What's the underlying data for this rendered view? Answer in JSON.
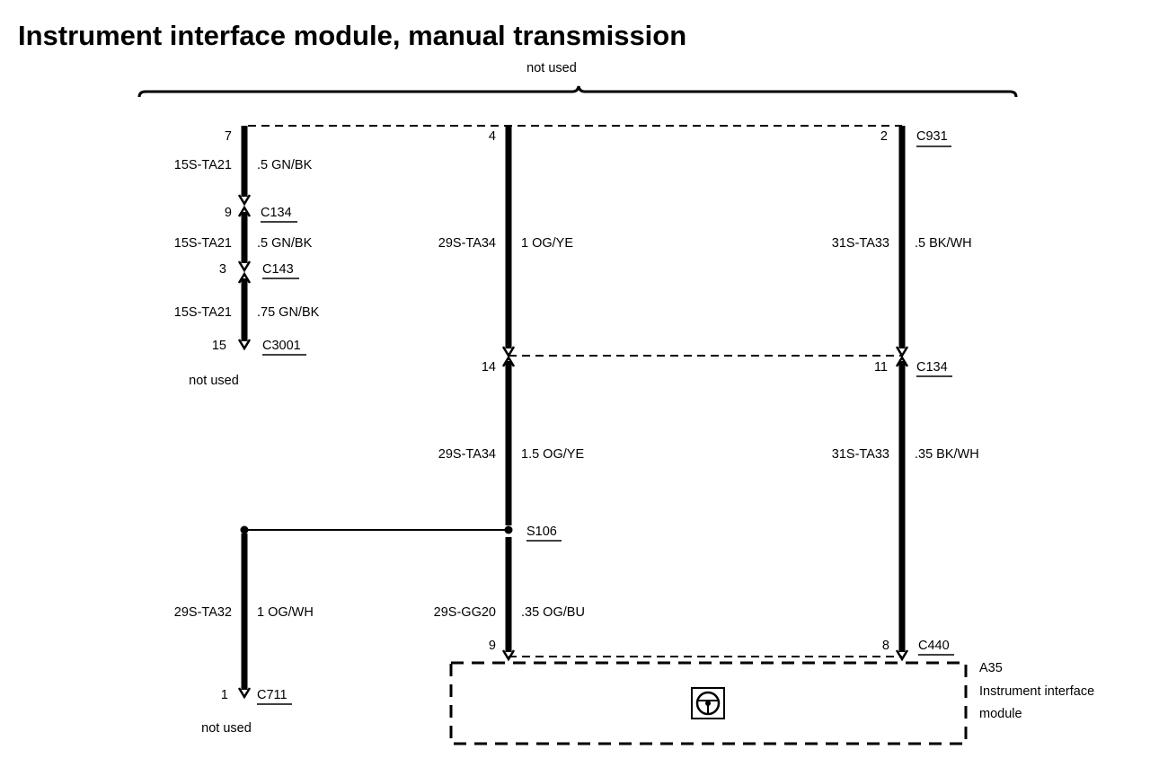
{
  "title": "Instrument interface module, manual transmission",
  "not_used": "not used",
  "pins": {
    "p7": "7",
    "p9": "9",
    "p3": "3",
    "p15": "15",
    "p1": "1",
    "p4": "4",
    "p14": "14",
    "p9b": "9",
    "p2": "2",
    "p11": "11",
    "p8": "8"
  },
  "connectors": {
    "c931": "C931",
    "c134_left": "C134",
    "c143": "C143",
    "c3001": "C3001",
    "c134_right": "C134",
    "s106": "S106",
    "c711": "C711",
    "c440": "C440"
  },
  "circuits": {
    "w1": "15S-TA21",
    "w2": "15S-TA21",
    "w3": "15S-TA21",
    "w4": "29S-TA34",
    "w5": "29S-TA34",
    "w6": "31S-TA33",
    "w7": "31S-TA33",
    "w8": "29S-TA32",
    "w9": "29S-GG20"
  },
  "wire_specs": {
    "w1": ".5 GN/BK",
    "w2": ".5 GN/BK",
    "w3": ".75 GN/BK",
    "w4": "1 OG/YE",
    "w5": "1.5 OG/YE",
    "w6": ".5 BK/WH",
    "w7": ".35 BK/WH",
    "w8": "1 OG/WH",
    "w9": ".35 OG/BU"
  },
  "module": {
    "id": "A35",
    "name_line1": "Instrument interface",
    "name_line2": "module",
    "icon": "steering-wheel-icon"
  }
}
